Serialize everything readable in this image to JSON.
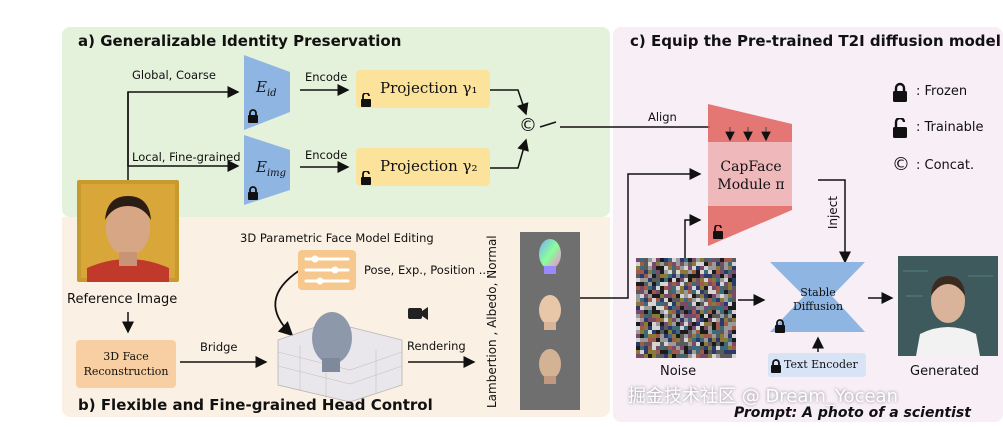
{
  "panel_a": {
    "title": "a) Generalizable Identity Preservation",
    "global_label": "Global, Coarse",
    "local_label": "Local, Fine-grained",
    "encoder_id": "E",
    "encoder_id_sub": "id",
    "encoder_img": "E",
    "encoder_img_sub": "img",
    "encode_label_1": "Encode",
    "encode_label_2": "Encode",
    "projection_1": "Projection γ₁",
    "projection_2": "Projection γ₂",
    "concat_symbol": "©"
  },
  "panel_b": {
    "title": "b) Flexible and Fine-grained Head Control",
    "reference_label": "Reference Image",
    "recon_line1": "3D Face",
    "recon_line2": "Reconstruction",
    "bridge_label": "Bridge",
    "editing_label": "3D Parametric Face Model Editing",
    "pose_label": "Pose, Exp., Position ...",
    "rendering_label": "Rendering",
    "render_modes": "Lambertion , Albedo, Normal"
  },
  "panel_c": {
    "title": "c) Equip the Pre-trained T2I diffusion model",
    "align_label": "Align",
    "capface_line1": "CapFace",
    "capface_line2": "Module π",
    "inject_label": "Inject",
    "sd_line1": "Stable",
    "sd_line2": "Diffusion",
    "noise_label": "Noise",
    "text_encoder": "Text Encoder",
    "generated_label": "Generated",
    "prompt": "Prompt: A photo of a scientist"
  },
  "legend": {
    "frozen": ": Frozen",
    "trainable": ": Trainable",
    "concat": ": Concat.",
    "concat_symbol": "©"
  },
  "watermark": "掘金技术社区 @ Dream_Yocean",
  "colors": {
    "panel_a_bg": "#e4f1db",
    "panel_b_bg": "#fbf0e4",
    "panel_c_bg": "#f7eef6",
    "encoder_blue": "#8fb5e3",
    "projection_yellow": "#fbe39c",
    "capface_red": "#e0605d",
    "recon_orange": "#f8cfa3"
  }
}
